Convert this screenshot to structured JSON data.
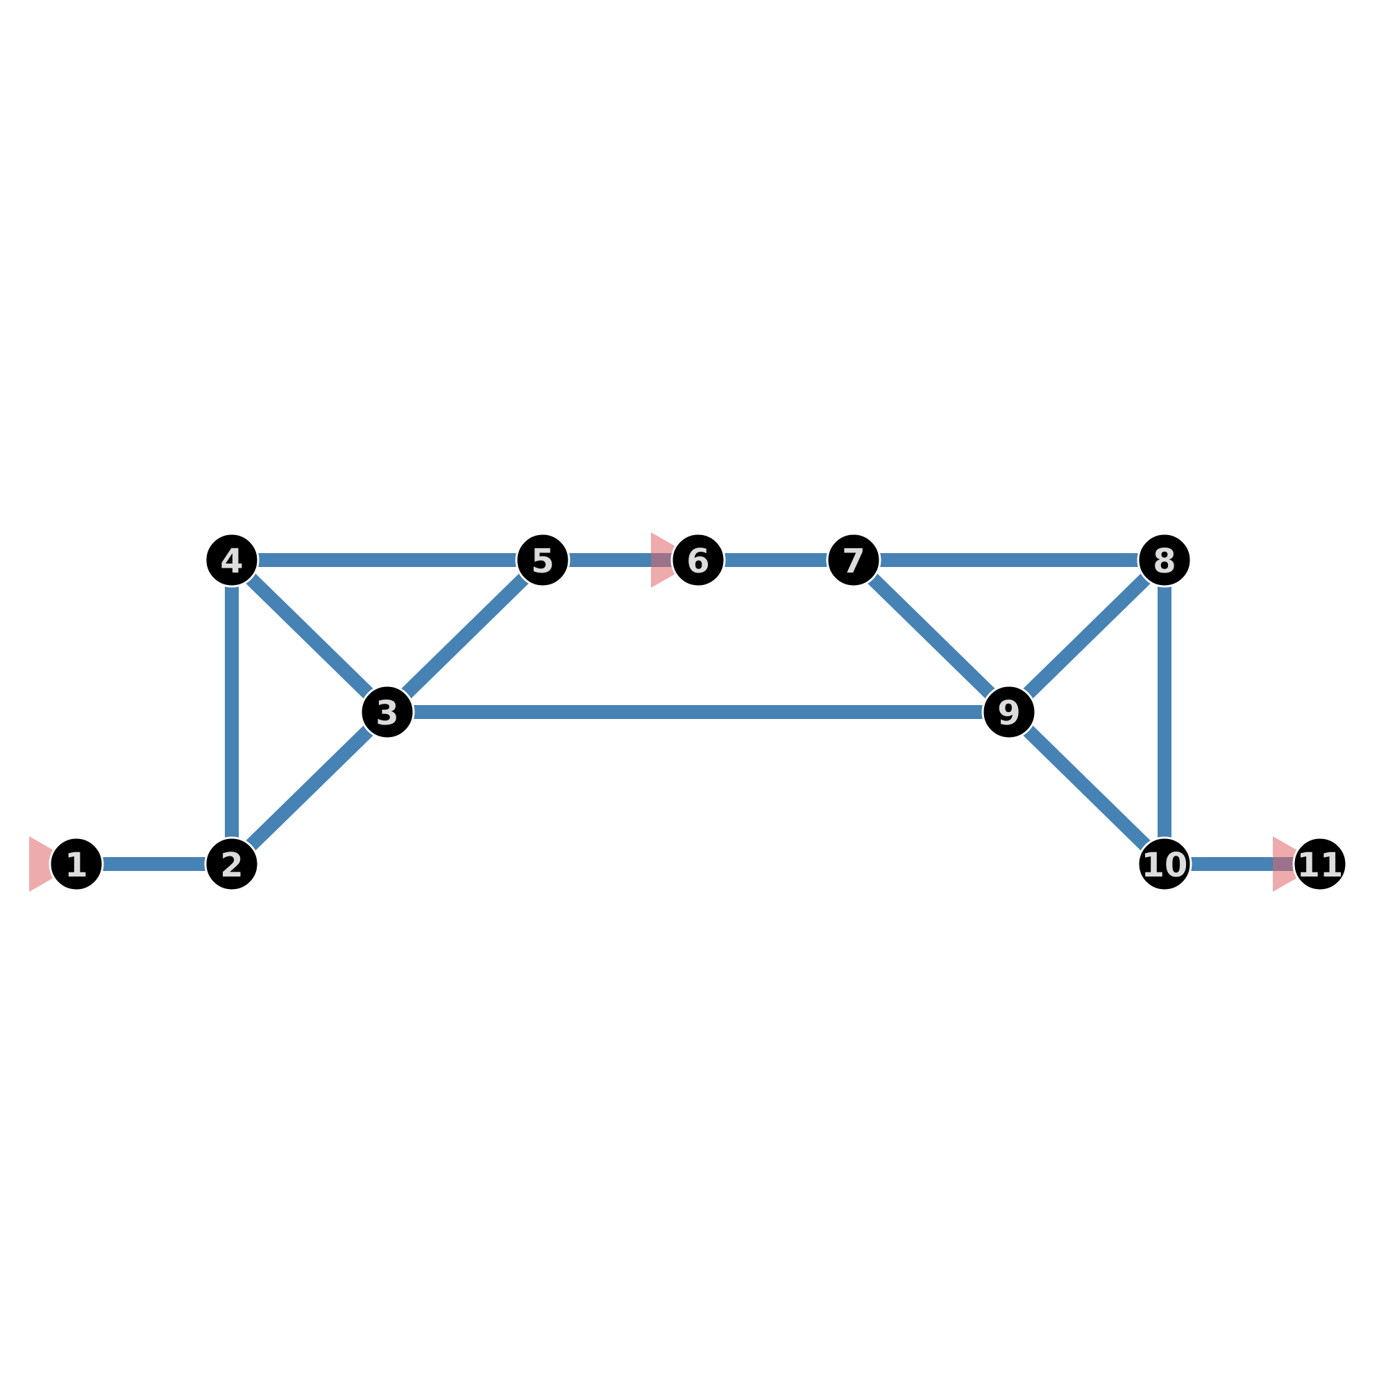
{
  "colors": {
    "edge": "#4682b4",
    "node_fill": "#000000",
    "node_stroke": "#ffffff",
    "label": "#dcdcdc",
    "marker": "#e06666",
    "background": "#ffffff"
  },
  "nodes": [
    {
      "id": "1",
      "label": "1"
    },
    {
      "id": "2",
      "label": "2"
    },
    {
      "id": "3",
      "label": "3"
    },
    {
      "id": "4",
      "label": "4"
    },
    {
      "id": "5",
      "label": "5"
    },
    {
      "id": "6",
      "label": "6"
    },
    {
      "id": "7",
      "label": "7"
    },
    {
      "id": "8",
      "label": "8"
    },
    {
      "id": "9",
      "label": "9"
    },
    {
      "id": "10",
      "label": "10"
    },
    {
      "id": "11",
      "label": "11"
    }
  ],
  "edges": [
    [
      "1",
      "2"
    ],
    [
      "2",
      "4"
    ],
    [
      "2",
      "3"
    ],
    [
      "4",
      "3"
    ],
    [
      "4",
      "5"
    ],
    [
      "3",
      "5"
    ],
    [
      "5",
      "6"
    ],
    [
      "6",
      "7"
    ],
    [
      "7",
      "8"
    ],
    [
      "7",
      "9"
    ],
    [
      "3",
      "9"
    ],
    [
      "9",
      "8"
    ],
    [
      "9",
      "10"
    ],
    [
      "8",
      "10"
    ],
    [
      "10",
      "11"
    ]
  ],
  "markers": [
    {
      "node": "1",
      "shape": "triangle-right"
    },
    {
      "node": "6",
      "shape": "triangle-right"
    },
    {
      "node": "11",
      "shape": "triangle-right"
    }
  ]
}
